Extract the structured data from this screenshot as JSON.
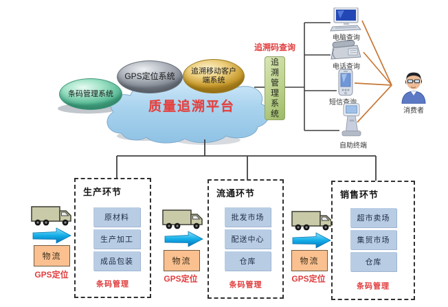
{
  "diagram_title": "质量追溯平台",
  "colors": {
    "accent_red": "#e03c3c",
    "cloud_fill": "#a9d3ee",
    "satellite_green": "#7ed0ae",
    "satellite_gray": "#9aa2ac",
    "satellite_gold": "#d8ab35",
    "trace_box_green": "#bcd18c",
    "stage_item_blue": "#b8cce4",
    "logistics_orange": "#fac090",
    "connector_dark": "#3f3f3f",
    "fan_line_orange": "#c87634"
  },
  "platform": {
    "cloud_label": "质量追溯平台",
    "satellite_systems": [
      {
        "label": "条码管理系统"
      },
      {
        "label": "GPS定位系统"
      },
      {
        "label_line1": "追溯移动客户",
        "label_line2": "端系统"
      }
    ],
    "trace_management_system": "追溯管理系统",
    "trace_code_query": "追溯码查询"
  },
  "query_channels": [
    {
      "icon": "desktop-computer-icon",
      "label": "电脑查询"
    },
    {
      "icon": "telephone-icon",
      "label": "电话查询"
    },
    {
      "icon": "mobile-phone-icon",
      "label": "短信查询"
    },
    {
      "icon": "kiosk-icon",
      "label": "自助终端"
    }
  ],
  "consumer": {
    "icon": "person-icon",
    "label": "消费者"
  },
  "stages": [
    {
      "title": "生产环节",
      "items": [
        "原材料",
        "生产加工",
        "成品包装"
      ],
      "footer": "条码管理"
    },
    {
      "title": "流通环节",
      "items": [
        "批发市场",
        "配送中心",
        "仓库"
      ],
      "footer": "条码管理"
    },
    {
      "title": "销售环节",
      "items": [
        "超市卖场",
        "集贸市场",
        "仓库"
      ],
      "footer": "条码管理"
    }
  ],
  "logistics": {
    "box_label": "物流",
    "gps_label": "GPS定位"
  }
}
